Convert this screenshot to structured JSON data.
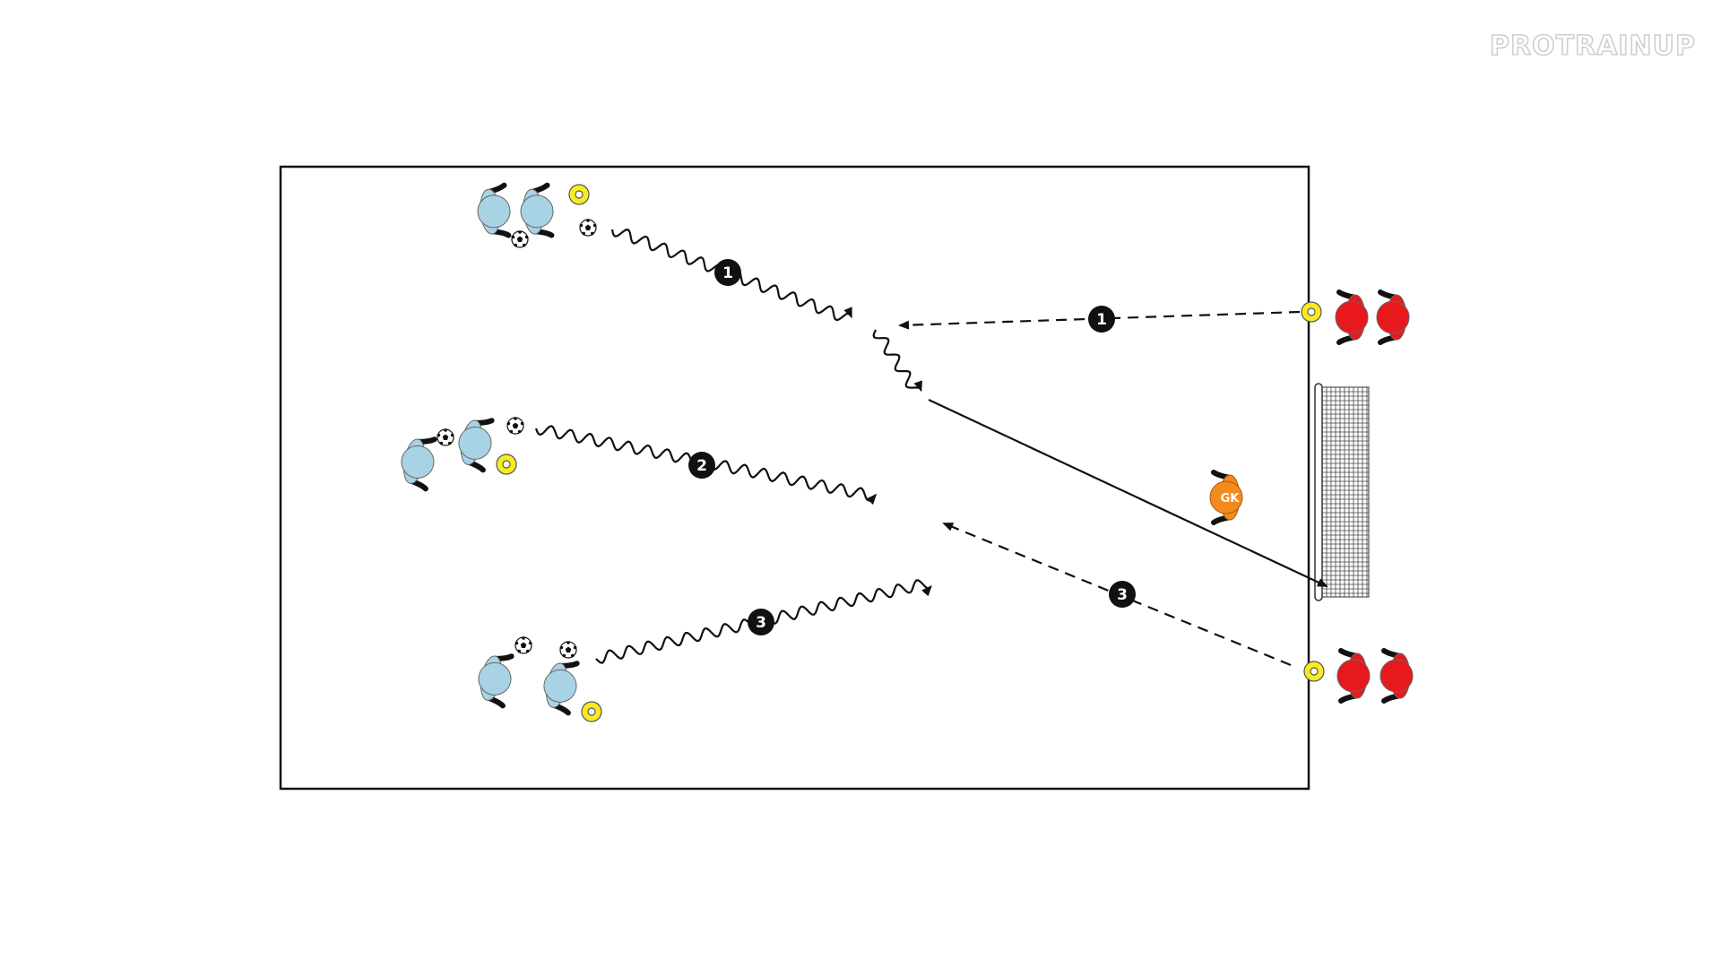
{
  "brand": "PROTRAINUP",
  "colors": {
    "attacker": "#a8d3e4",
    "defender": "#e8191c",
    "goalkeeper": "#f28a1e",
    "cone": "#f7ec1f",
    "badge": "#111111",
    "pitch_line": "#111111"
  },
  "icons": [
    "attacker-player-icon",
    "defender-player-icon",
    "goalkeeper-icon",
    "ball-icon",
    "cone-icon",
    "goal-net-icon"
  ],
  "goalkeeper_label": "GK",
  "drills": [
    {
      "number": "1",
      "dribble_label": "1",
      "pass_label": "1"
    },
    {
      "number": "2",
      "dribble_label": "2"
    },
    {
      "number": "3",
      "dribble_label": "3",
      "pass_label": "3"
    }
  ]
}
